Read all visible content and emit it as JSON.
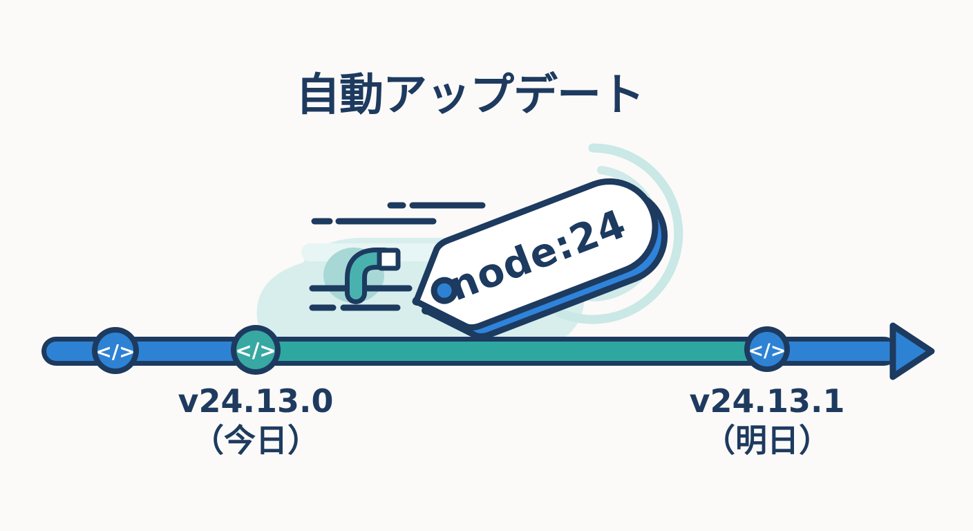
{
  "title": "自動アップデート",
  "tag": {
    "label": "node:24"
  },
  "timeline": {
    "node_icon": "</>",
    "milestones": [
      {
        "version": "v24.13.0",
        "date": "（今日）"
      },
      {
        "version": "v24.13.1",
        "date": "（明日）"
      }
    ]
  },
  "icons": {
    "code_icon": "</>"
  },
  "colors": {
    "navy": "#1D3A5F",
    "blue": "#2E82D4",
    "blue_shadow": "#2F83DA",
    "teal_line": "#2FA7A1",
    "teal_node": "#38A8A2",
    "hook_teal": "#49B2AE",
    "light_teal_blob": "#D7EEED",
    "swoosh_teal": "#C9E8E6",
    "background": "#FBFAF8",
    "white": "#FFFFFF"
  }
}
